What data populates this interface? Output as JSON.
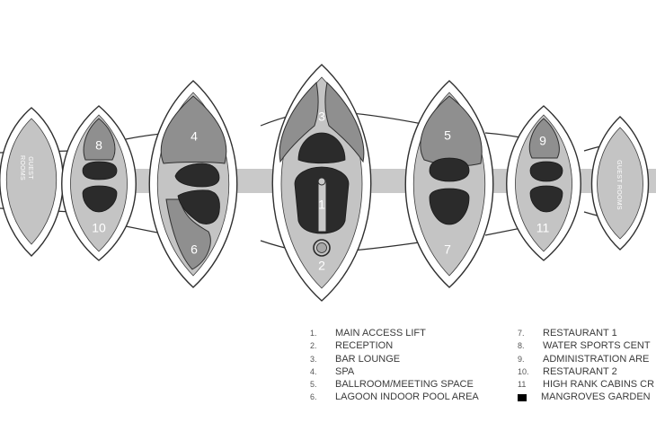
{
  "plan": {
    "zone_numbers": [
      "1",
      "2",
      "3",
      "4",
      "5",
      "6",
      "7",
      "8",
      "9",
      "10",
      "11"
    ],
    "side_labels": {
      "left": [
        "GUEST",
        "ROOMS"
      ],
      "right": "GUEST ROOMS"
    }
  },
  "legend": {
    "left_items": [
      {
        "num": "1.",
        "label": "MAIN ACCESS LIFT"
      },
      {
        "num": "2.",
        "label": "RECEPTION"
      },
      {
        "num": "3.",
        "label": "BAR LOUNGE"
      },
      {
        "num": "4.",
        "label": "SPA"
      },
      {
        "num": "5.",
        "label": "BALLROOM/MEETING SPACE"
      },
      {
        "num": "6.",
        "label": "LAGOON INDOOR POOL AREA"
      }
    ],
    "right_items": [
      {
        "num": "7.",
        "label": "RESTAURANT 1"
      },
      {
        "num": "8.",
        "label": "WATER SPORTS CENT"
      },
      {
        "num": "9.",
        "label": "ADMINISTRATION ARE"
      },
      {
        "num": "10.",
        "label": "RESTAURANT 2"
      },
      {
        "num": "11",
        "label": "HIGH RANK CABINS CR"
      }
    ],
    "swatch_item": {
      "label": "MANGROVES GARDEN"
    }
  },
  "colors": {
    "corridor": "#c9c9c9",
    "zone_light": "#b9b9b9",
    "zone_mid": "#8a8a8a",
    "core_dark": "#2b2b2b",
    "outline": "#2f2f2f"
  }
}
